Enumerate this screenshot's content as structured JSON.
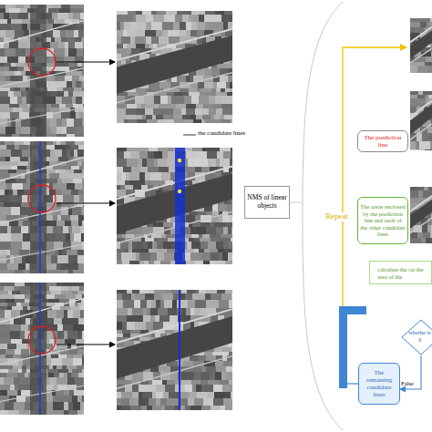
{
  "diagram": {
    "nodes": [
      {
        "text": [
          "NMS of linear objects"
        ]
      },
      {
        "text": [
          "The prediction line"
        ]
      },
      {
        "text": [
          "The areas enclosed by the prediction line and each of the other candidate lines"
        ]
      },
      {
        "text": [
          "calculate the rat the area of the"
        ]
      },
      {
        "text": [
          "whethe is g"
        ]
      },
      {
        "text": [
          "The remaining candidate lines"
        ]
      }
    ],
    "edges": [
      {
        "from": 4,
        "to": 5,
        "label": "False",
        "arrow": "to"
      }
    ],
    "labels": [
      "the candidate lines",
      "Repeat"
    ]
  }
}
